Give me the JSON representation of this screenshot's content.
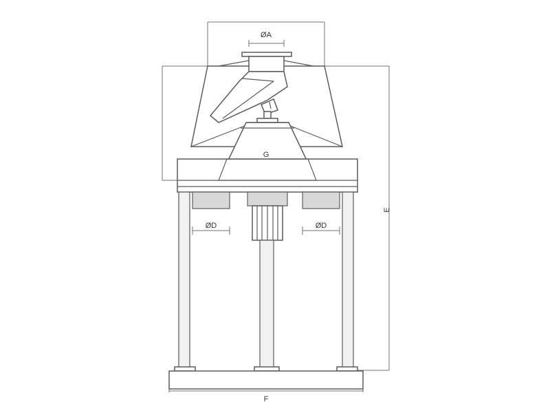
{
  "labels": {
    "dia_a": "ØA",
    "g": "G",
    "e": "E",
    "dia_d_left": "ØD",
    "dia_d_right": "ØD",
    "f": "F"
  },
  "colors": {
    "line": "#5a5a5a",
    "fill_gray": "#d8d8d8",
    "background": "#ffffff"
  }
}
